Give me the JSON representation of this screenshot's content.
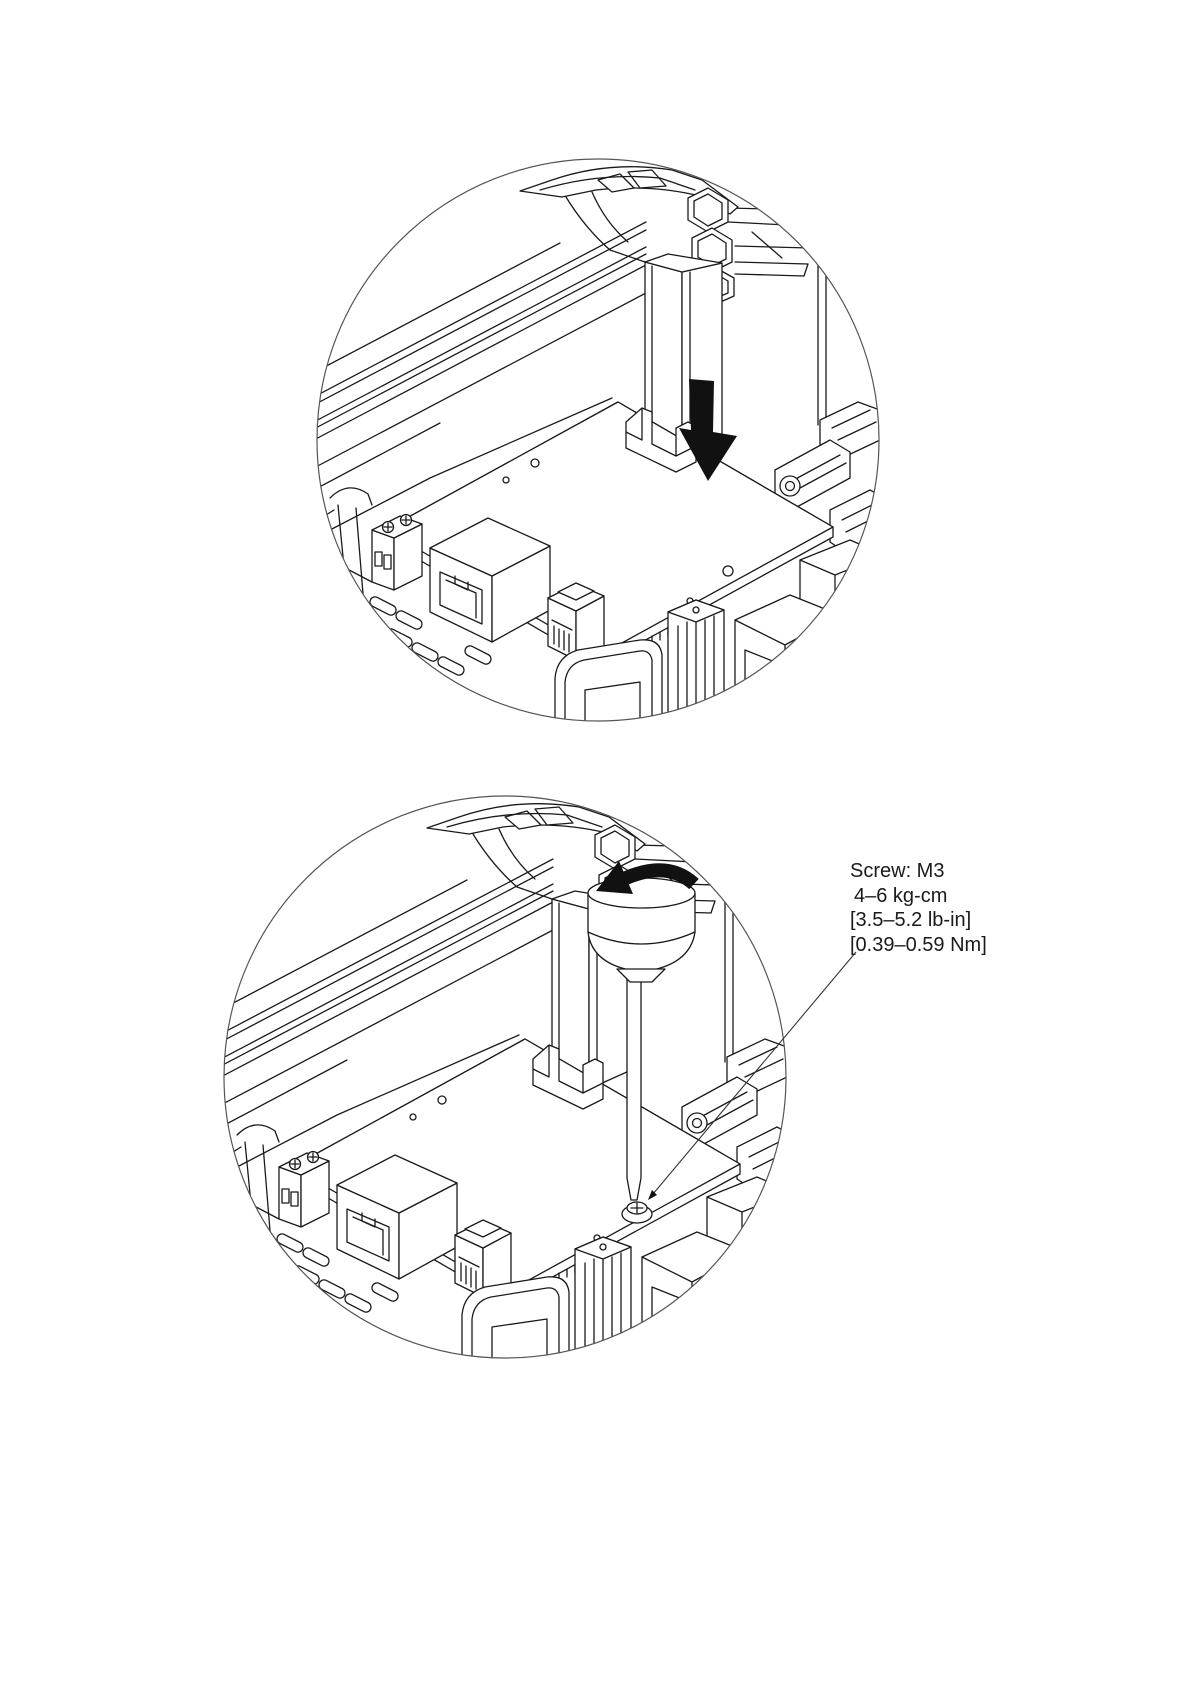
{
  "colors": {
    "ink": "#1a1a1a",
    "arrow": "#111111",
    "background": "#ffffff"
  },
  "icons": {
    "step1_arrow": "down-arrow-icon",
    "step2_arrow": "rotate-arrow-icon"
  },
  "callout": {
    "screw": "Screw: M3",
    "torque_kgcm": "4–6 kg-cm",
    "torque_lbin": "[3.5–5.2 lb-in]",
    "torque_nm": "[0.39–0.59 Nm]"
  }
}
